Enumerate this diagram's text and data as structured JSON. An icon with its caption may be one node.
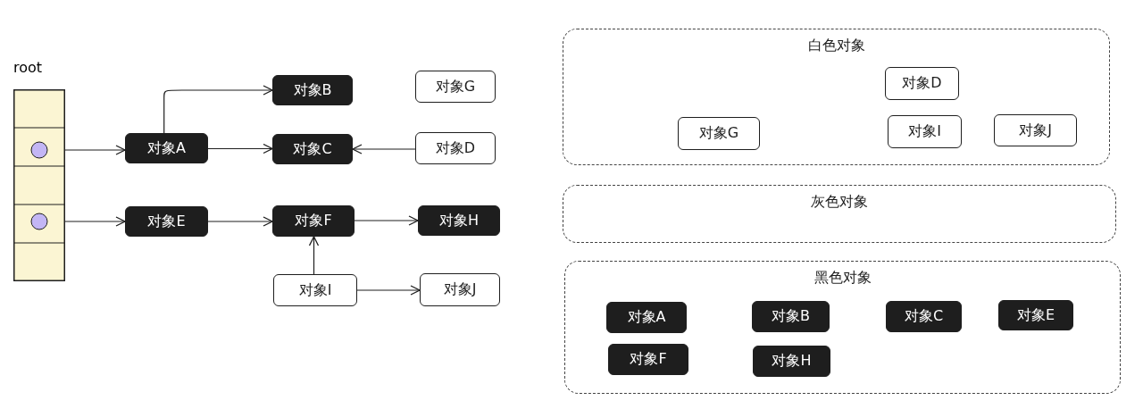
{
  "diagram": {
    "nodes": [
      {
        "text": [
          "root"
        ]
      },
      {
        "text": [],
        "shape": "circle",
        "in": 0
      },
      {
        "text": [],
        "shape": "circle",
        "in": 0
      },
      {
        "text": [
          "对象A"
        ]
      },
      {
        "text": [
          "对象B"
        ]
      },
      {
        "text": [
          "对象G"
        ]
      },
      {
        "text": [
          "对象C"
        ]
      },
      {
        "text": [
          "对象D"
        ]
      },
      {
        "text": [
          "对象E"
        ]
      },
      {
        "text": [
          "对象F"
        ]
      },
      {
        "text": [
          "对象H"
        ]
      },
      {
        "text": [
          "对象I"
        ]
      },
      {
        "text": [
          "对象J"
        ]
      },
      {
        "text": [
          "白色对象"
        ]
      },
      {
        "text": [
          "对象D"
        ],
        "in": 13
      },
      {
        "text": [
          "对象G"
        ],
        "in": 13
      },
      {
        "text": [
          "对象I"
        ],
        "in": 13
      },
      {
        "text": [
          "对象J"
        ],
        "in": 13
      },
      {
        "text": [
          "灰色对象"
        ]
      },
      {
        "text": [
          "黑色对象"
        ]
      },
      {
        "text": [
          "对象A"
        ],
        "in": 19
      },
      {
        "text": [
          "对象B"
        ],
        "in": 19
      },
      {
        "text": [
          "对象C"
        ],
        "in": 19
      },
      {
        "text": [
          "对象E"
        ],
        "in": 19
      },
      {
        "text": [
          "对象F"
        ],
        "in": 19
      },
      {
        "text": [
          "对象H"
        ],
        "in": 19
      }
    ],
    "edges": [
      {
        "from": 1,
        "to": 3,
        "arrow": "to"
      },
      {
        "from": 3,
        "to": 4,
        "arrow": "to"
      },
      {
        "from": 3,
        "to": 6,
        "arrow": "to"
      },
      {
        "from": 7,
        "to": 6,
        "arrow": "to"
      },
      {
        "from": 2,
        "to": 8,
        "arrow": "to"
      },
      {
        "from": 8,
        "to": 9,
        "arrow": "to"
      },
      {
        "from": 9,
        "to": 10,
        "arrow": "to"
      },
      {
        "from": 11,
        "to": 9,
        "arrow": "to"
      },
      {
        "from": 11,
        "to": 12,
        "arrow": "to"
      }
    ]
  }
}
